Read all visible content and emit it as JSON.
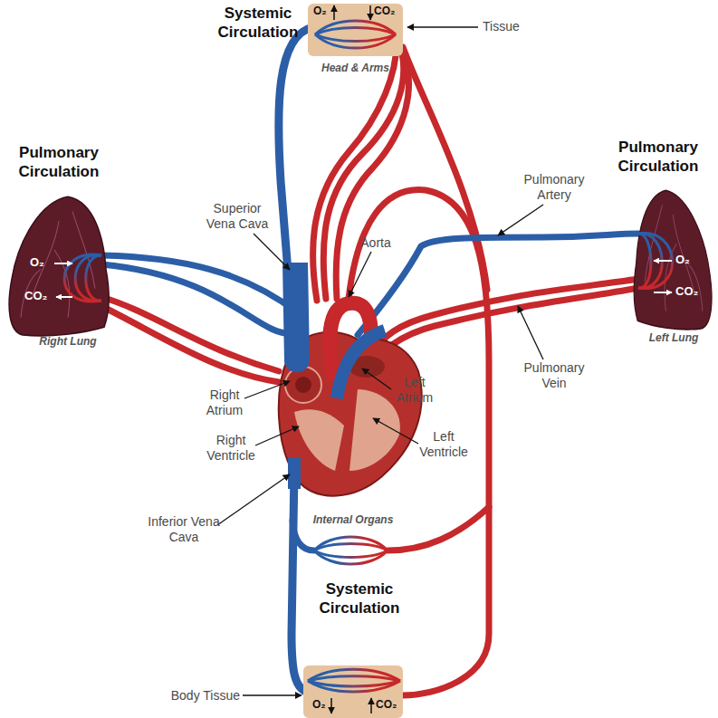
{
  "diagram": {
    "nodes": [
      {
        "text": [
          "O₂",
          "CO₂",
          "Head & Arms"
        ]
      },
      {
        "text": [
          "O₂",
          "CO₂",
          "Right Lung"
        ]
      },
      {
        "text": [
          "O₂",
          "CO₂",
          "Left Lung"
        ]
      },
      {
        "text": [
          "O₂",
          "CO₂"
        ]
      }
    ],
    "labels": [
      "Systemic Circulation",
      "Tissue",
      "Pulmonary Circulation",
      "Pulmonary Circulation",
      "Pulmonary Artery",
      "Superior Vena Cava",
      "Aorta",
      "Right Atrium",
      "Left Atrium",
      "Right Ventricle",
      "Left Ventricle",
      "Pulmonary Vein",
      "Inferior Vena Cava",
      "Internal Organs",
      "Systemic Circulation",
      "Body Tissue"
    ]
  }
}
